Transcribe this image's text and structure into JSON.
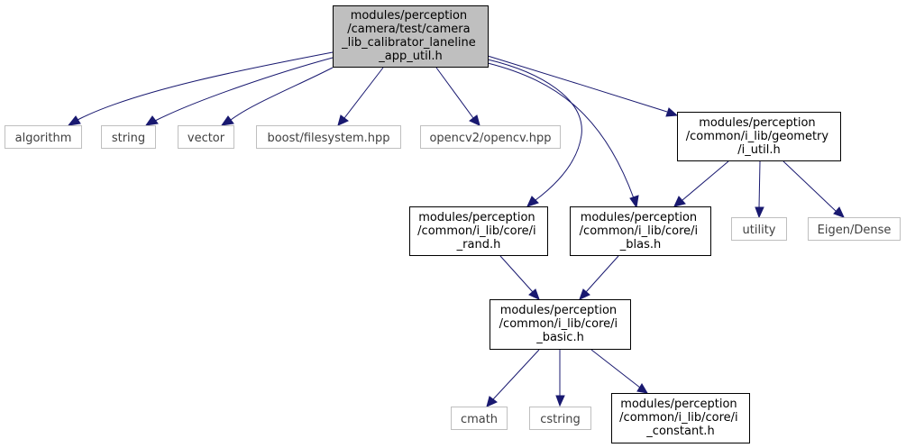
{
  "graph": {
    "nodes": {
      "root": [
        "modules/perception",
        "/camera/test/camera",
        "_lib_calibrator_laneline",
        "_app_util.h"
      ],
      "algorithm": [
        "algorithm"
      ],
      "string": [
        "string"
      ],
      "vector": [
        "vector"
      ],
      "boost_fs": [
        "boost/filesystem.hpp"
      ],
      "opencv": [
        "opencv2/opencv.hpp"
      ],
      "i_util": [
        "modules/perception",
        "/common/i_lib/geometry",
        "/i_util.h"
      ],
      "i_rand": [
        "modules/perception",
        "/common/i_lib/core/i",
        "_rand.h"
      ],
      "i_blas": [
        "modules/perception",
        "/common/i_lib/core/i",
        "_blas.h"
      ],
      "utility": [
        "utility"
      ],
      "eigen": [
        "Eigen/Dense"
      ],
      "i_basic": [
        "modules/perception",
        "/common/i_lib/core/i",
        "_basic.h"
      ],
      "cmath": [
        "cmath"
      ],
      "cstring": [
        "cstring"
      ],
      "i_constant": [
        "modules/perception",
        "/common/i_lib/core/i",
        "_constant.h"
      ]
    },
    "edges": [
      [
        "root",
        "algorithm"
      ],
      [
        "root",
        "string"
      ],
      [
        "root",
        "vector"
      ],
      [
        "root",
        "boost_fs"
      ],
      [
        "root",
        "opencv"
      ],
      [
        "root",
        "i_util"
      ],
      [
        "root",
        "i_rand"
      ],
      [
        "root",
        "i_blas"
      ],
      [
        "i_util",
        "i_blas"
      ],
      [
        "i_util",
        "utility"
      ],
      [
        "i_util",
        "eigen"
      ],
      [
        "i_rand",
        "i_basic"
      ],
      [
        "i_blas",
        "i_basic"
      ],
      [
        "i_basic",
        "cmath"
      ],
      [
        "i_basic",
        "cstring"
      ],
      [
        "i_basic",
        "i_constant"
      ]
    ]
  }
}
